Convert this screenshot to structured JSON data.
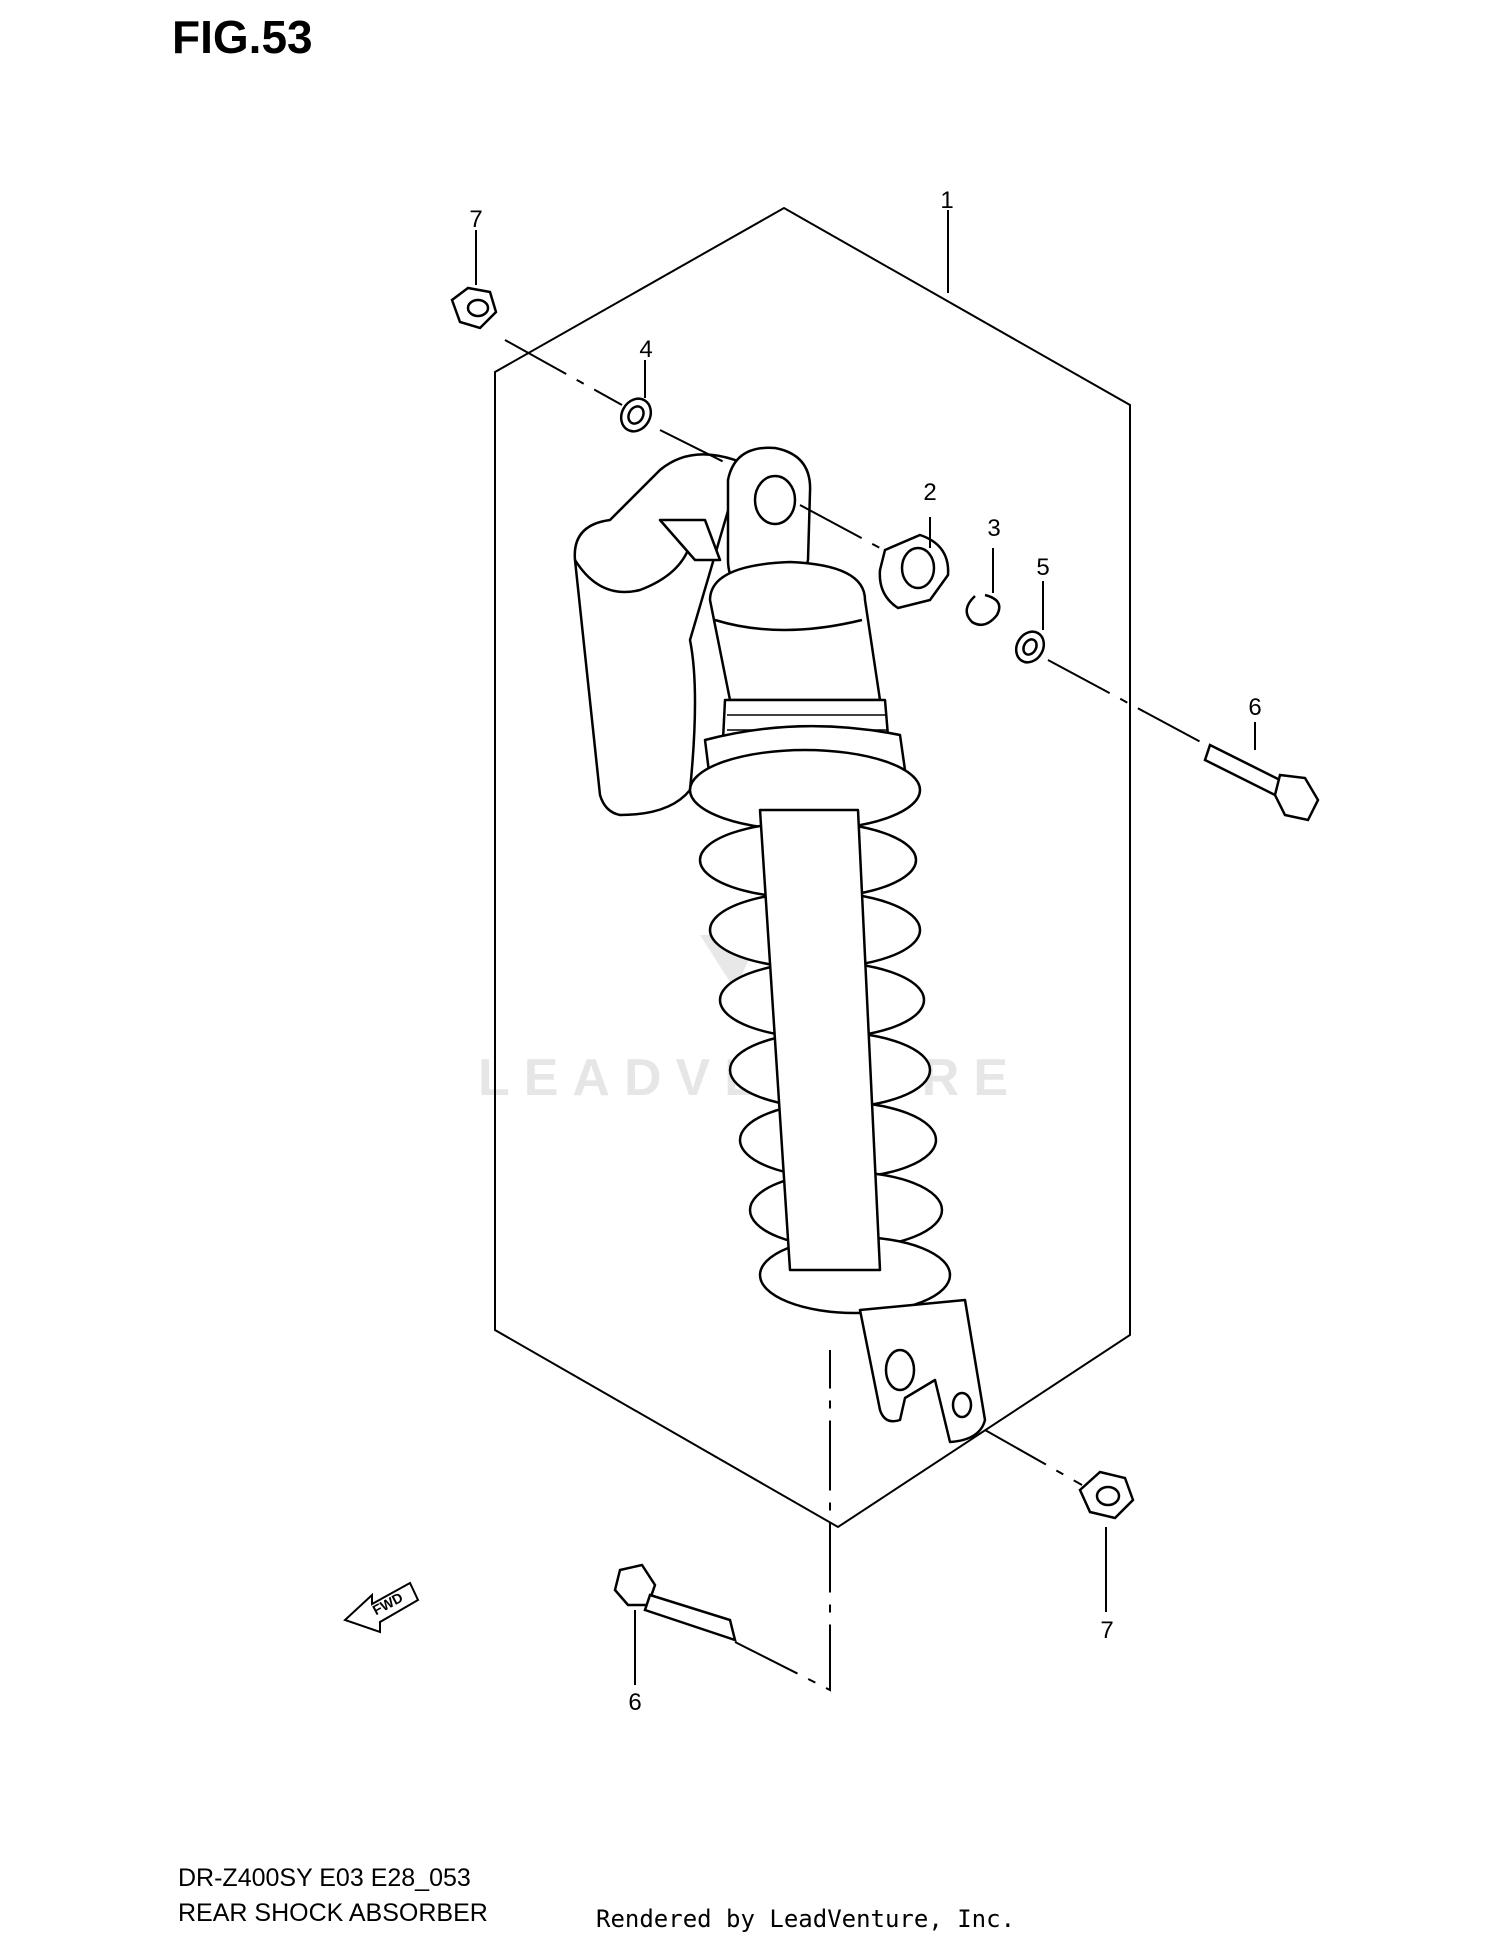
{
  "figure": {
    "title": "FIG.53"
  },
  "callouts": {
    "c1": "1",
    "c2": "2",
    "c3": "3",
    "c4": "4",
    "c5": "5",
    "c6_top": "6",
    "c6_bottom": "6",
    "c7_top": "7",
    "c7_bottom": "7"
  },
  "arrow": {
    "label": "FWD"
  },
  "watermark": {
    "text": "LEADVENTURE"
  },
  "footer": {
    "model": "DR-Z400SY E03 E28_053",
    "caption": "REAR SHOCK ABSORBER",
    "rendered_by": "Rendered by LeadVenture, Inc."
  },
  "colors": {
    "line": "#000000",
    "background": "#ffffff",
    "watermark": "#e6e6e6"
  }
}
